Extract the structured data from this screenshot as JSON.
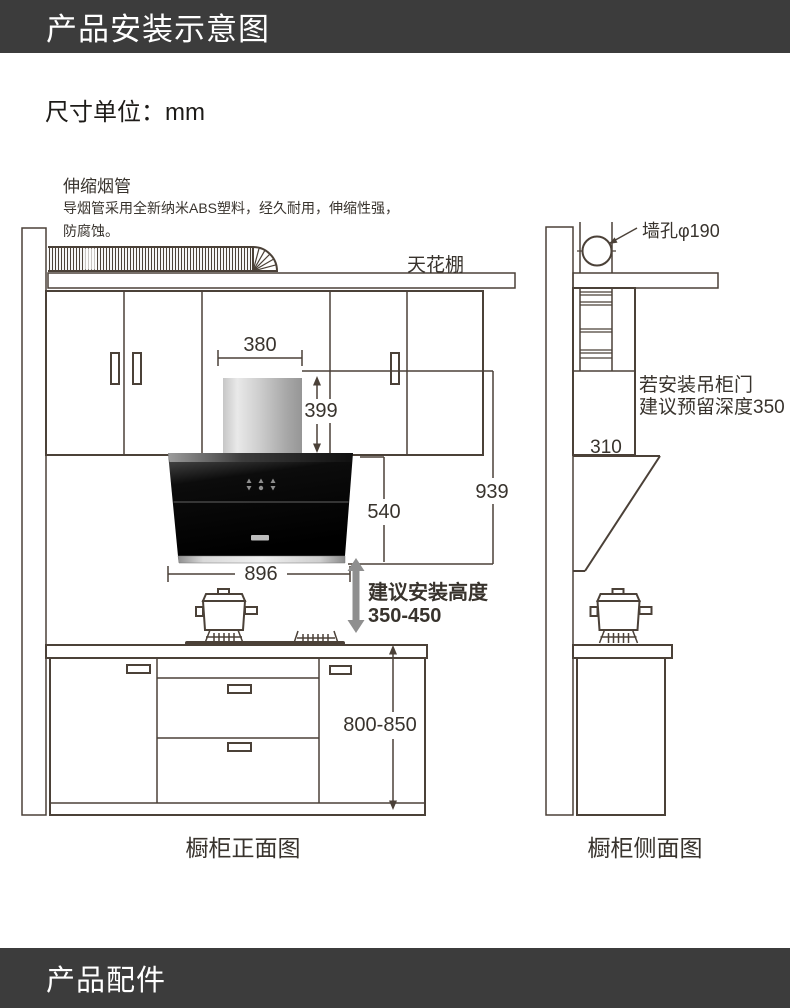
{
  "header_bar": {
    "title": "产品安装示意图"
  },
  "unit_note": {
    "text": "尺寸单位：mm"
  },
  "duct_note": {
    "title": "伸缩烟管",
    "desc_line1": "导烟管采用全新纳米ABS塑料，经久耐用，伸缩性强，",
    "desc_line2": "防腐蚀。"
  },
  "front_view": {
    "ceiling_label": "天花棚",
    "dim_outlet_width": "380",
    "dim_chimney_height": "399",
    "dim_hood_body_height": "540",
    "dim_total_height": "939",
    "dim_hood_width": "896",
    "install_note_line1": "建议安装高度",
    "install_note_line2": "350-450",
    "dim_counter_height": "800-850",
    "caption": "橱柜正面图"
  },
  "side_view": {
    "wall_hole_label": "墙孔φ190",
    "cabinet_note_line1": "若安装吊柜门",
    "cabinet_note_line2": "建议预留深度350",
    "dim_cabinet_depth": "310",
    "caption": "橱柜侧面图"
  },
  "footer_bar": {
    "title": "产品配件"
  },
  "colors": {
    "bar_background": "#3c3c3c",
    "bar_text": "#ffffff",
    "line": "#4b4138",
    "text": "#38332d",
    "install_arrow": "#8f8f8f"
  }
}
